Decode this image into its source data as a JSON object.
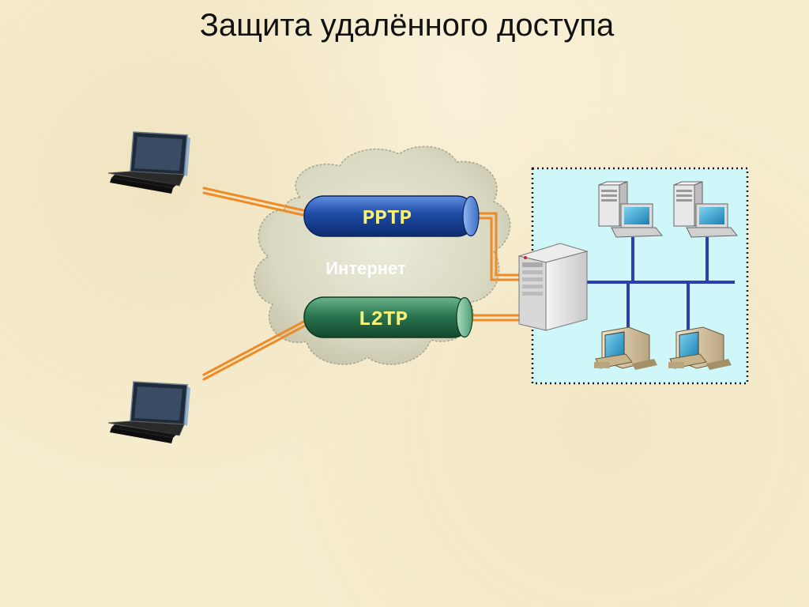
{
  "title": "Защита удалённого доступа",
  "cloud_label": "Интернет",
  "tunnels": {
    "top": "PPTP",
    "bottom": "L2TP"
  },
  "icons": {
    "laptop_top": "laptop-icon",
    "laptop_bottom": "laptop-icon",
    "server": "server-tower-icon",
    "workstation_1": "workstation-icon",
    "workstation_2": "workstation-icon",
    "desktop_1": "desktop-pc-icon",
    "desktop_2": "desktop-pc-icon"
  },
  "colors": {
    "background": "#f6edcf",
    "lan_area": "#cff6f9",
    "pptp_tube": "#1e4fa8",
    "l2tp_tube": "#2c7a52",
    "tunnel_text": "#f7f17a",
    "link_orange": "#f08a24",
    "lan_bus": "#2b3fb0"
  }
}
